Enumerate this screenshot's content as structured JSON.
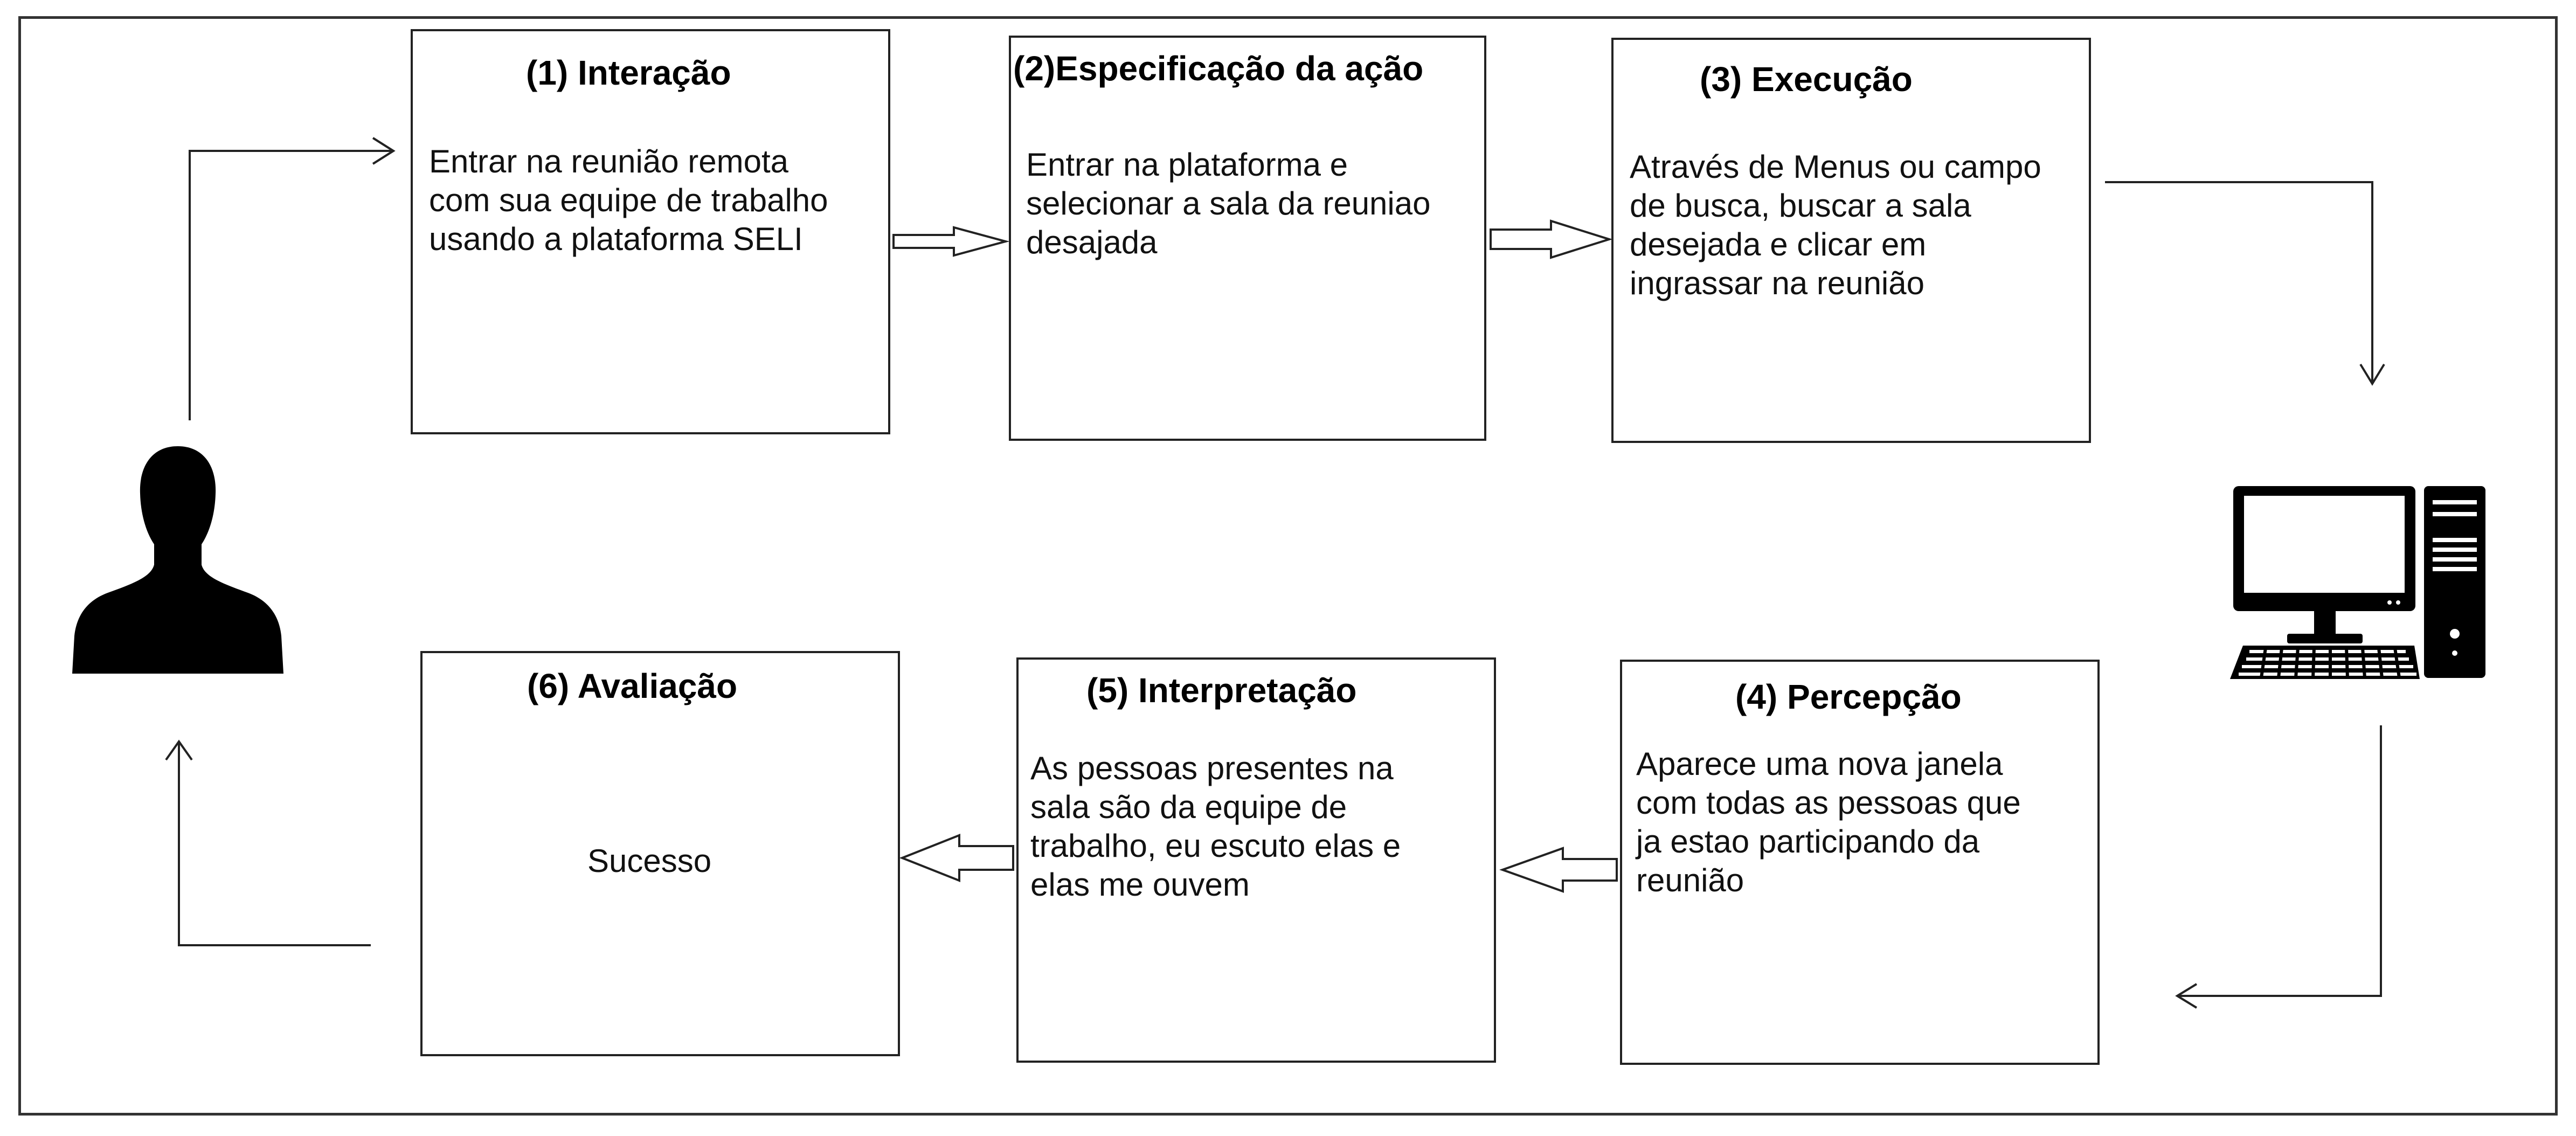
{
  "steps": [
    {
      "title": "(1) Interação",
      "lines": [
        "Entrar na reunião remota",
        "com sua equipe de trabalho",
        "usando a plataforma SELI"
      ]
    },
    {
      "title": "(2)Especificação da ação",
      "lines": [
        "Entrar na plataforma e",
        "selecionar a sala da reuniao",
        "desajada"
      ]
    },
    {
      "title": "(3) Execução",
      "lines": [
        "Através de Menus ou campo",
        "de busca, buscar a sala",
        "desejada e clicar em",
        "ingrassar na reunião"
      ]
    },
    {
      "title": "(4) Percepção",
      "lines": [
        "Aparece uma nova janela",
        "com todas as pessoas que",
        "ja estao participando da",
        "reunião"
      ]
    },
    {
      "title": "(5) Interpretação",
      "lines": [
        "As pessoas presentes na",
        "sala são da equipe de",
        "trabalho, eu escuto elas e",
        "elas me ouvem"
      ]
    },
    {
      "title": "(6) Avaliação",
      "lines": [
        "Sucesso"
      ]
    }
  ],
  "icons": {
    "user": "person-silhouette-icon",
    "computer": "desktop-computer-icon"
  }
}
